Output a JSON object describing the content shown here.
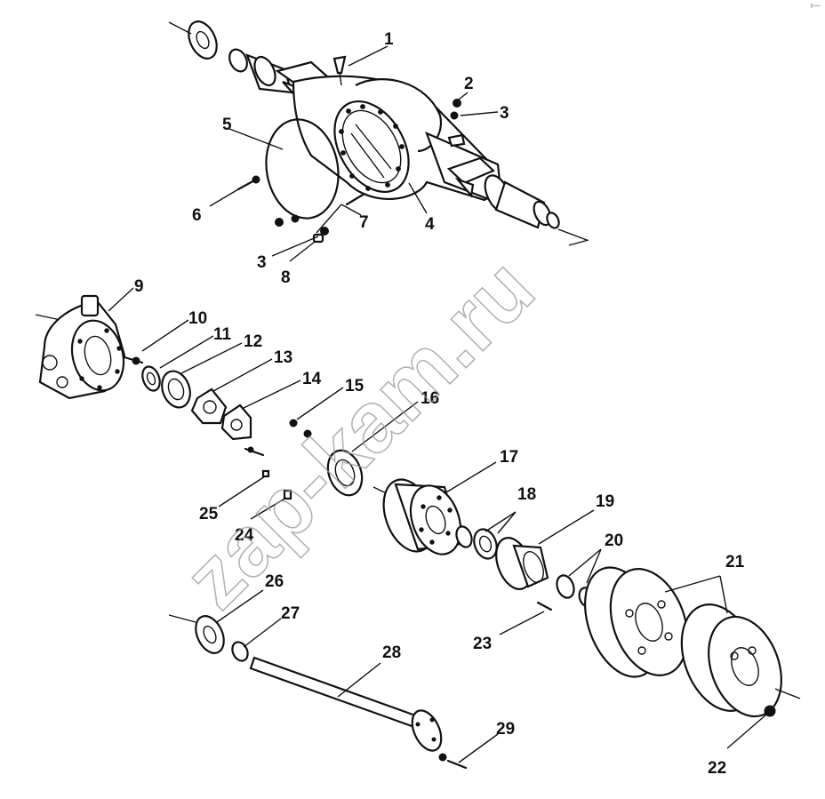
{
  "watermark": "zap-kam.ru",
  "corner_mark": "r—",
  "callouts": [
    "1",
    "2",
    "3",
    "4",
    "5",
    "6",
    "7",
    "3",
    "8",
    "9",
    "10",
    "11",
    "12",
    "13",
    "14",
    "15",
    "16",
    "17",
    "18",
    "19",
    "20",
    "21",
    "22",
    "23",
    "24",
    "25",
    "26",
    "27",
    "28",
    "29"
  ]
}
